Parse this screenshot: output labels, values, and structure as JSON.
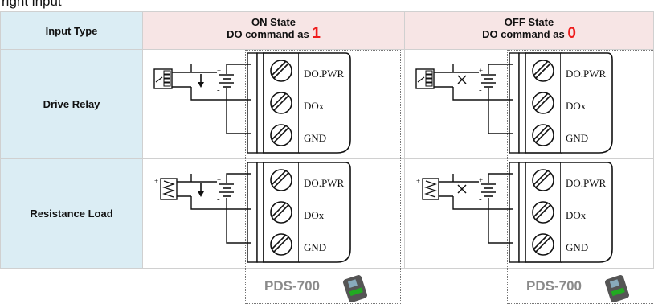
{
  "top_strip_text": "right input",
  "header": {
    "input_type_label": "Input Type",
    "on": {
      "line1": "ON State",
      "line2_prefix": "DO command as",
      "value": "1"
    },
    "off": {
      "line1": "OFF State",
      "line2_prefix": "DO command as",
      "value": "0"
    }
  },
  "rows": [
    {
      "label": "Drive Relay",
      "load": "relay"
    },
    {
      "label": "Resistance Load",
      "load": "resistor"
    }
  ],
  "terminals": [
    "DO.PWR",
    "DOx",
    "GND"
  ],
  "module_label": "PDS-700",
  "colors": {
    "header_left": "#dbedf4",
    "header_state": "#f7e5e5",
    "state_value": "#ee1c1c",
    "module_label": "#8a8a8a"
  }
}
